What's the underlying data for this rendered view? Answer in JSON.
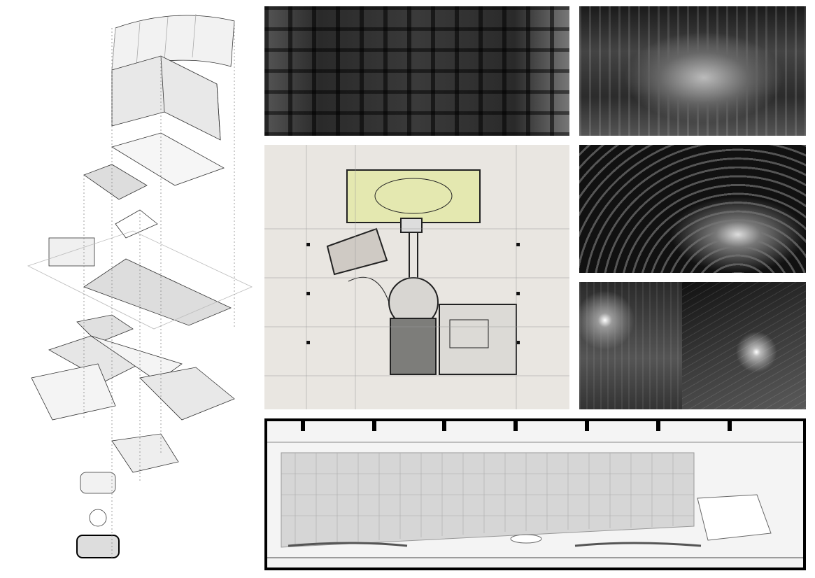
{
  "board": {
    "panels": [
      "exploded-axonometric",
      "structure-photo",
      "ceiling-photo",
      "site-plan-sketch",
      "arched-vault-photo",
      "construction-photos",
      "long-section"
    ]
  },
  "colors": {
    "background": "#ffffff",
    "frame": "#000000",
    "plan_paper": "#e9e6e1",
    "plan_highlight": "#e4e8b0"
  }
}
